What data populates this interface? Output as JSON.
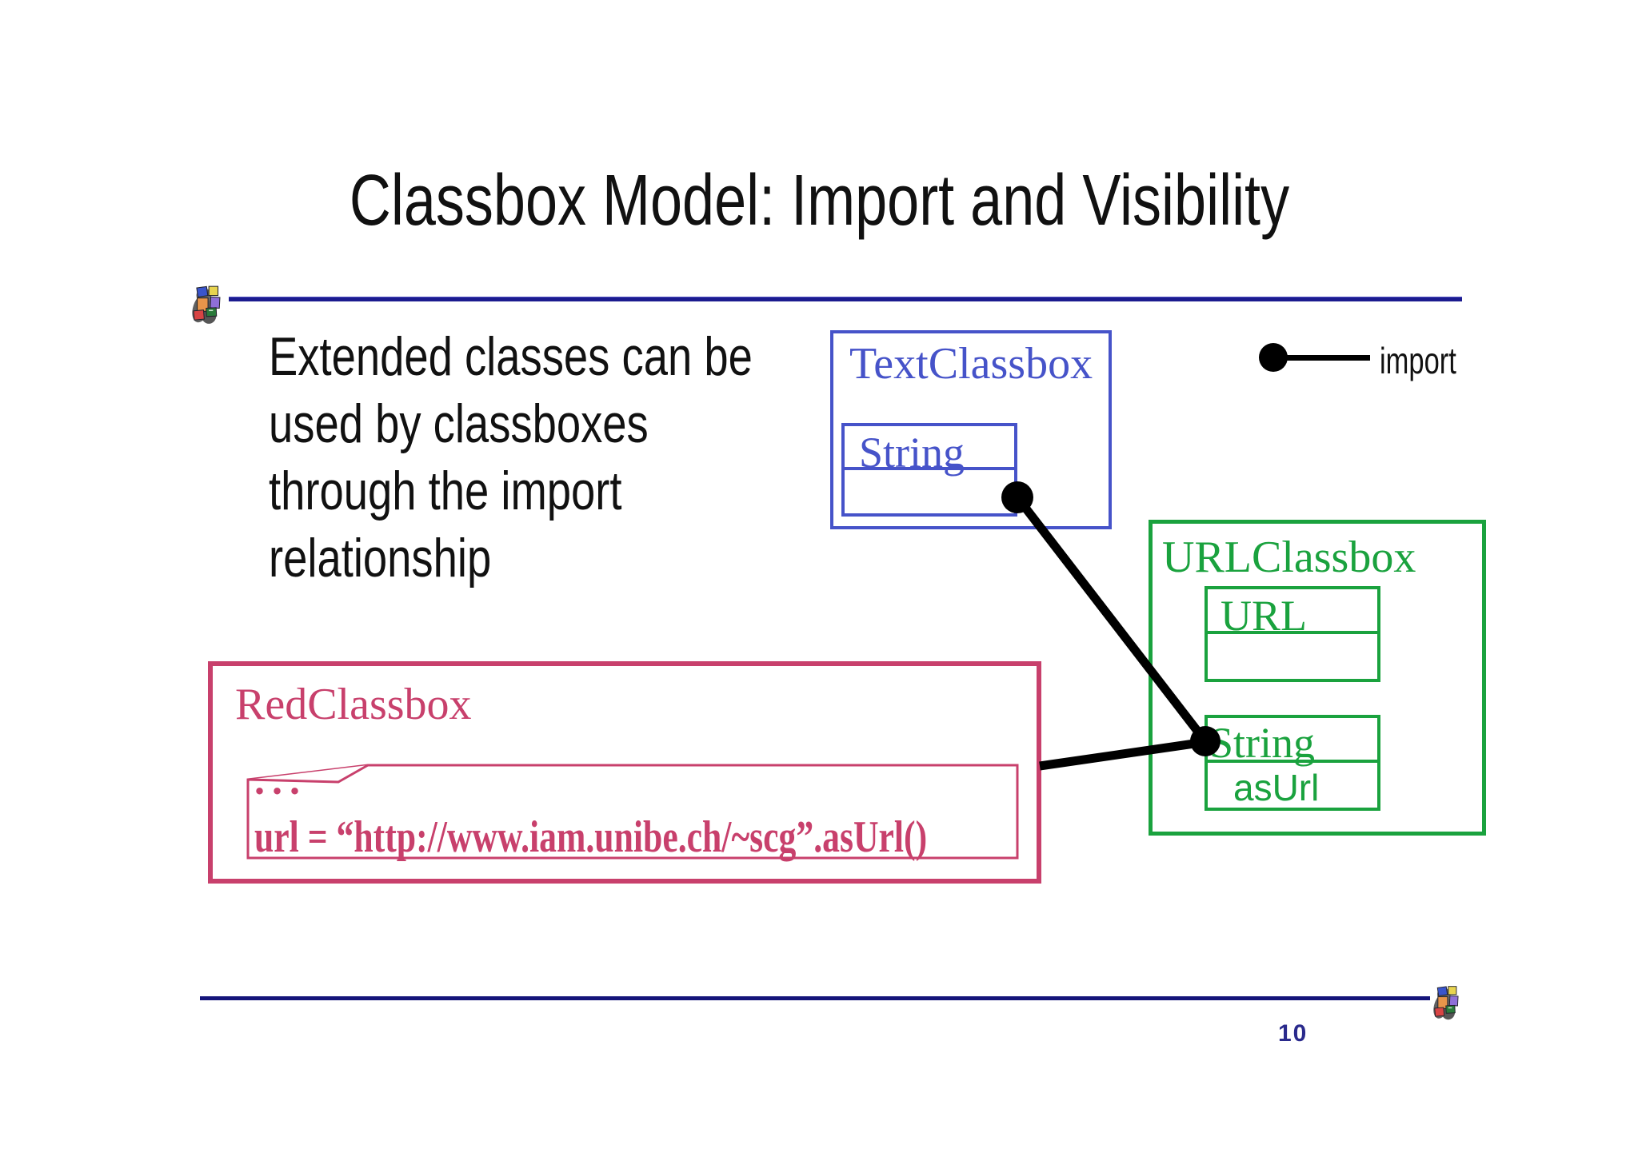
{
  "slide": {
    "title": "Classbox Model: Import and Visibility",
    "body_lines": [
      "Extended classes can be",
      "used by classboxes",
      "through the import",
      "relationship"
    ],
    "legend": {
      "label": "import"
    },
    "text_classbox": {
      "title": "TextClassbox",
      "imported_class": "String"
    },
    "url_classbox": {
      "title": "URLClassbox",
      "class_url": "URL",
      "class_string": "String",
      "method_as_url": "asUrl"
    },
    "red_classbox": {
      "title": "RedClassbox",
      "ellipsis": "...",
      "code": "url = “http://www.iam.unibe.ch/~scg”.asUrl()"
    },
    "page_number": "10",
    "colors": {
      "blue_box": "#4653c9",
      "green_box": "#1aa23e",
      "red_box": "#c8406c",
      "top_rule_blue": "#1b1b8f",
      "bottom_rule_blue": "#15157a",
      "page_number_blue": "#2a2a8c",
      "connector_black": "#000000"
    }
  }
}
